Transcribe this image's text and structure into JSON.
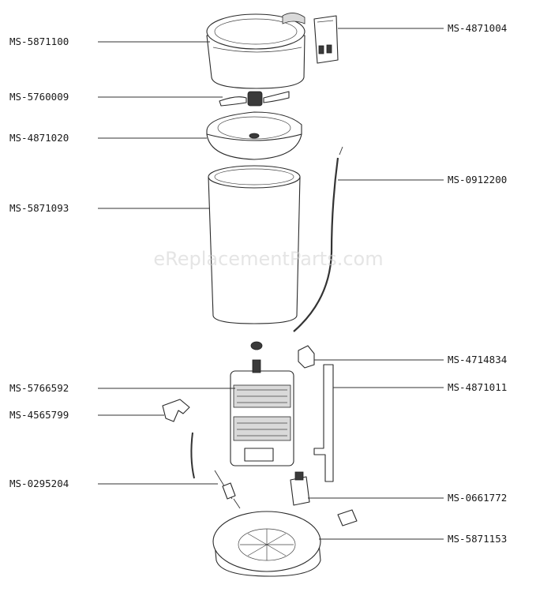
{
  "watermark": "eReplacementParts.com",
  "labels": {
    "lid": "MS-5871100",
    "switch_cover": "MS-4871004",
    "blade": "MS-5760009",
    "bowl": "MS-4871020",
    "cable": "MS-0912200",
    "housing": "MS-5871093",
    "coupling": "MS-4714834",
    "motor": "MS-5766592",
    "lever": "MS-4871011",
    "clip": "MS-4565799",
    "wire": "MS-0295204",
    "switch": "MS-0661772",
    "base": "MS-5871153"
  }
}
